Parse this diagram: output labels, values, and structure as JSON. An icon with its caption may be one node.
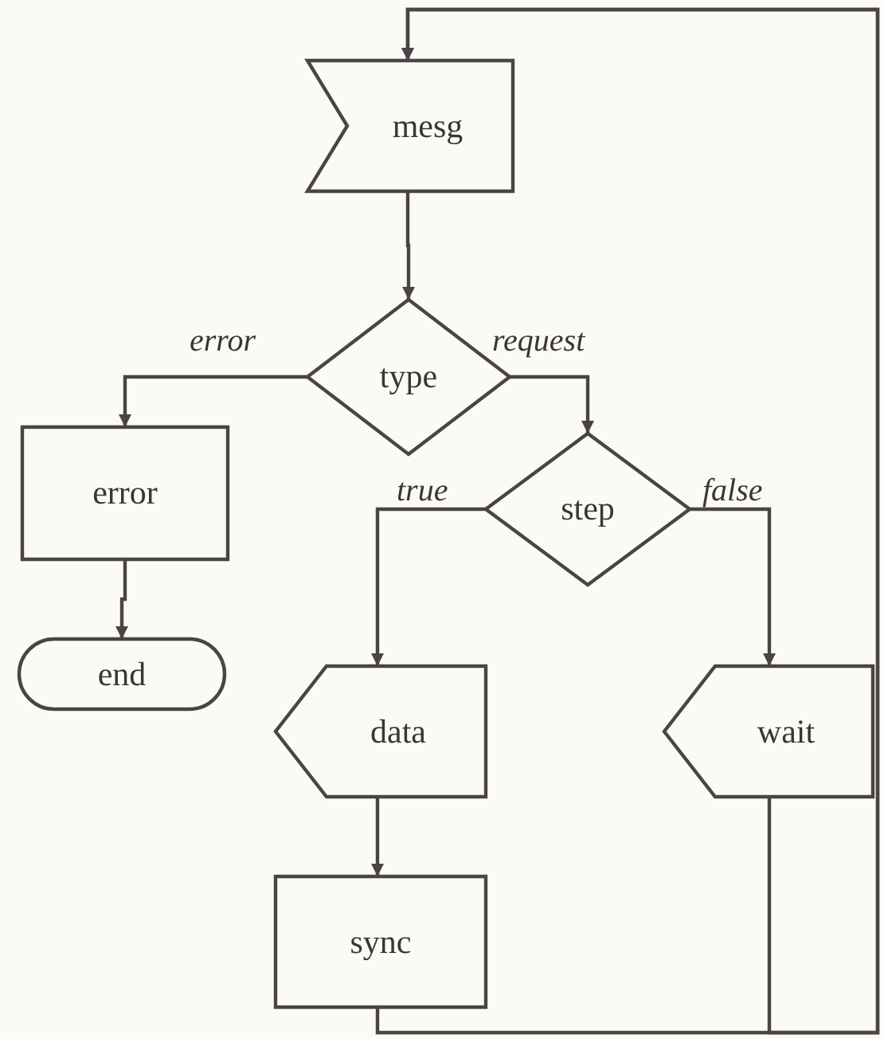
{
  "diagram": {
    "nodes": [
      {
        "text": [
          "mesg"
        ]
      },
      {
        "text": [
          "type"
        ]
      },
      {
        "text": [
          "error"
        ]
      },
      {
        "text": [
          "end"
        ]
      },
      {
        "text": [
          "step"
        ]
      },
      {
        "text": [
          "data"
        ]
      },
      {
        "text": [
          "wait"
        ]
      },
      {
        "text": [
          "sync"
        ]
      }
    ],
    "edges": [
      {
        "from": 0,
        "to": 1,
        "arrow": "to"
      },
      {
        "from": 1,
        "to": 2,
        "arrow": "to",
        "label": "error"
      },
      {
        "from": 1,
        "to": 4,
        "arrow": "to",
        "label": "request"
      },
      {
        "from": 2,
        "to": 3,
        "arrow": "to"
      },
      {
        "from": 4,
        "to": 5,
        "arrow": "to",
        "label": "true"
      },
      {
        "from": 4,
        "to": 6,
        "arrow": "to",
        "label": "false"
      },
      {
        "from": 5,
        "to": 7,
        "arrow": "to"
      },
      {
        "from": 7,
        "to": 0,
        "arrow": "to"
      },
      {
        "from": 6,
        "to": 0,
        "arrow": "to"
      }
    ]
  }
}
